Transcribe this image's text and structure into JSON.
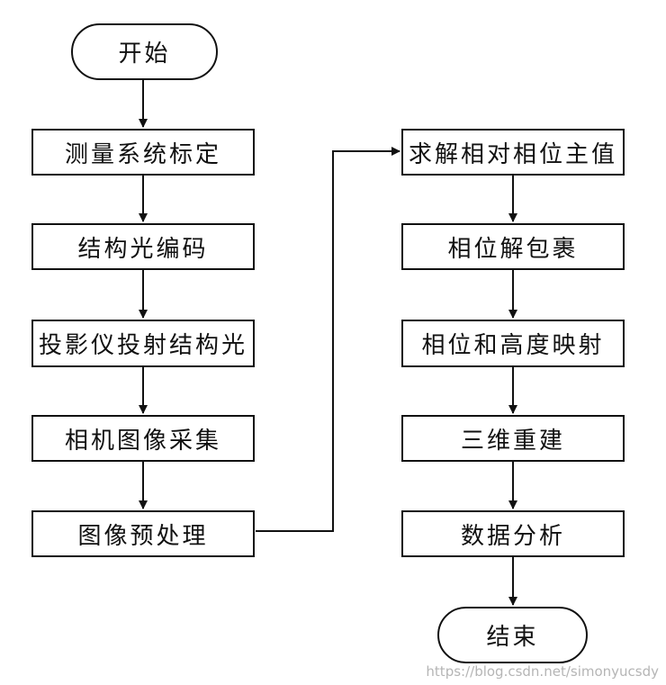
{
  "flowchart": {
    "left_column": {
      "start": "开始",
      "steps": [
        "测量系统标定",
        "结构光编码",
        "投影仪投射结构光",
        "相机图像采集",
        "图像预处理"
      ]
    },
    "right_column": {
      "steps": [
        "求解相对相位主值",
        "相位解包裹",
        "相位和高度映射",
        "三维重建",
        "数据分析"
      ],
      "end": "结束"
    }
  },
  "watermark": "https://blog.csdn.net/simonyucsdy",
  "colors": {
    "line": "#111111",
    "background": "#ffffff",
    "watermark": "#b5b5b5"
  }
}
